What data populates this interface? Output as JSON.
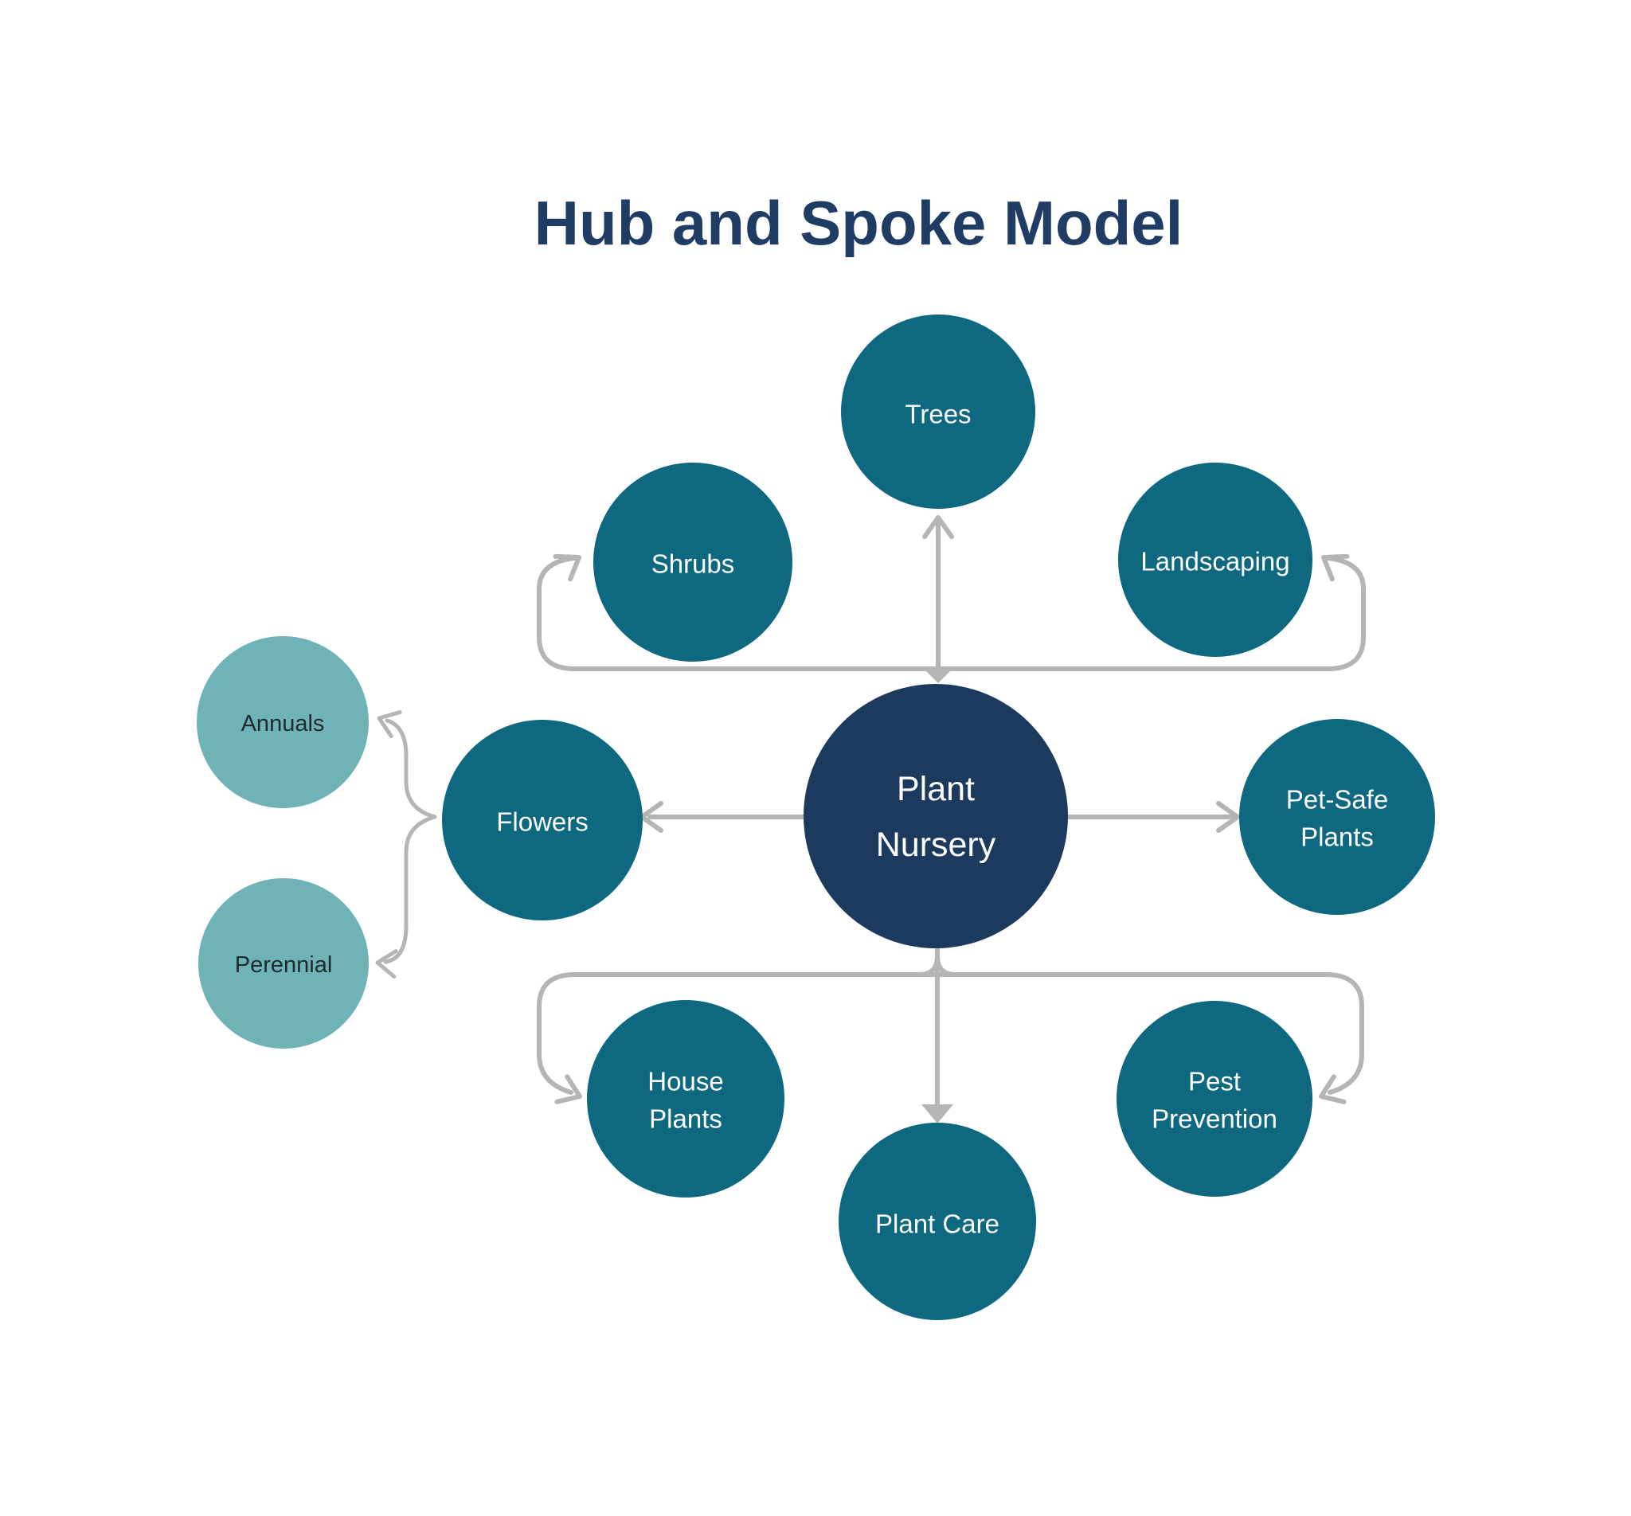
{
  "title": "Hub and Spoke Model",
  "palette": {
    "background": "#ffffff",
    "hub_fill": "#1c3a5e",
    "spoke_fill": "#0e6880",
    "subnode_fill": "#6fb3b6",
    "connector": "#b5b5b5",
    "title_color": "#1e3c64",
    "node_text_light": "#ffffff",
    "subnode_text": "#1e2a2e"
  },
  "hub": {
    "line1": "Plant",
    "line2": "Nursery"
  },
  "spokes": {
    "trees": {
      "label": "Trees"
    },
    "shrubs": {
      "label": "Shrubs"
    },
    "landscaping": {
      "label": "Landscaping"
    },
    "flowers": {
      "label": "Flowers"
    },
    "pet_safe": {
      "line1": "Pet-Safe",
      "line2": "Plants"
    },
    "house_plants": {
      "line1": "House",
      "line2": "Plants"
    },
    "plant_care": {
      "label": "Plant Care"
    },
    "pest_prevention": {
      "line1": "Pest",
      "line2": "Prevention"
    }
  },
  "subnodes": {
    "annuals": {
      "label": "Annuals"
    },
    "perennial": {
      "label": "Perennial"
    }
  }
}
